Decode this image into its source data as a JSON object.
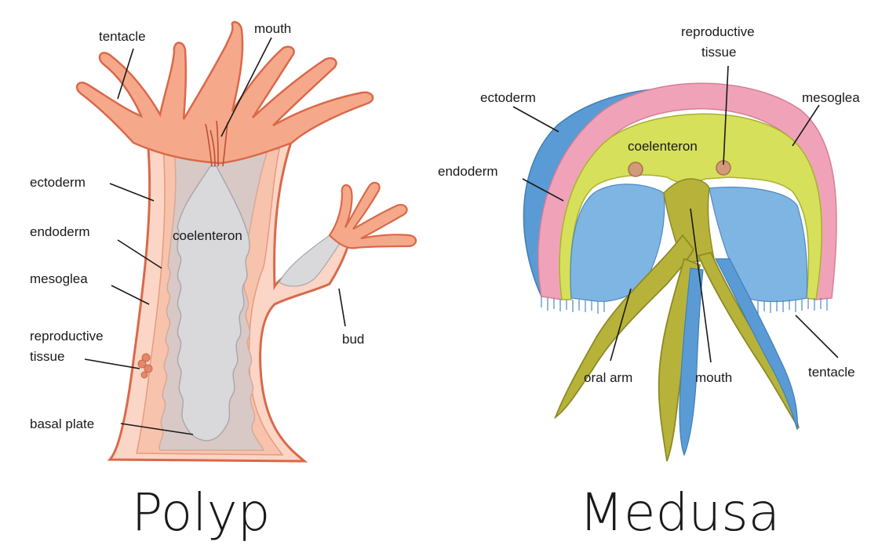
{
  "polyp": {
    "title": "Polyp",
    "labels": {
      "tentacle": "tentacle",
      "mouth": "mouth",
      "ectoderm": "ectoderm",
      "endoderm": "endoderm",
      "mesoglea": "mesoglea",
      "coelenteron": "coelenteron",
      "reproductive_1": "reproductive",
      "reproductive_2": "tissue",
      "bud": "bud",
      "basal_plate": "basal plate"
    }
  },
  "medusa": {
    "title": "Medusa",
    "labels": {
      "reproductive_1": "reproductive",
      "reproductive_2": "tissue",
      "ectoderm": "ectoderm",
      "mesoglea": "mesoglea",
      "coelenteron": "coelenteron",
      "endoderm": "endoderm",
      "oral_arm": "oral arm",
      "mouth": "mouth",
      "tentacle": "tentacle"
    }
  },
  "colors": {
    "polyp_body": "#f5a98a",
    "polyp_outline": "#d9694a",
    "polyp_layer": "#fbd8c8",
    "cavity": "#d9d9db",
    "medusa_ectoderm": "#5b9bd5",
    "medusa_mesoglea": "#f0a3b8",
    "medusa_endoderm": "#d6e05a",
    "medusa_arm": "#b7b33a"
  }
}
